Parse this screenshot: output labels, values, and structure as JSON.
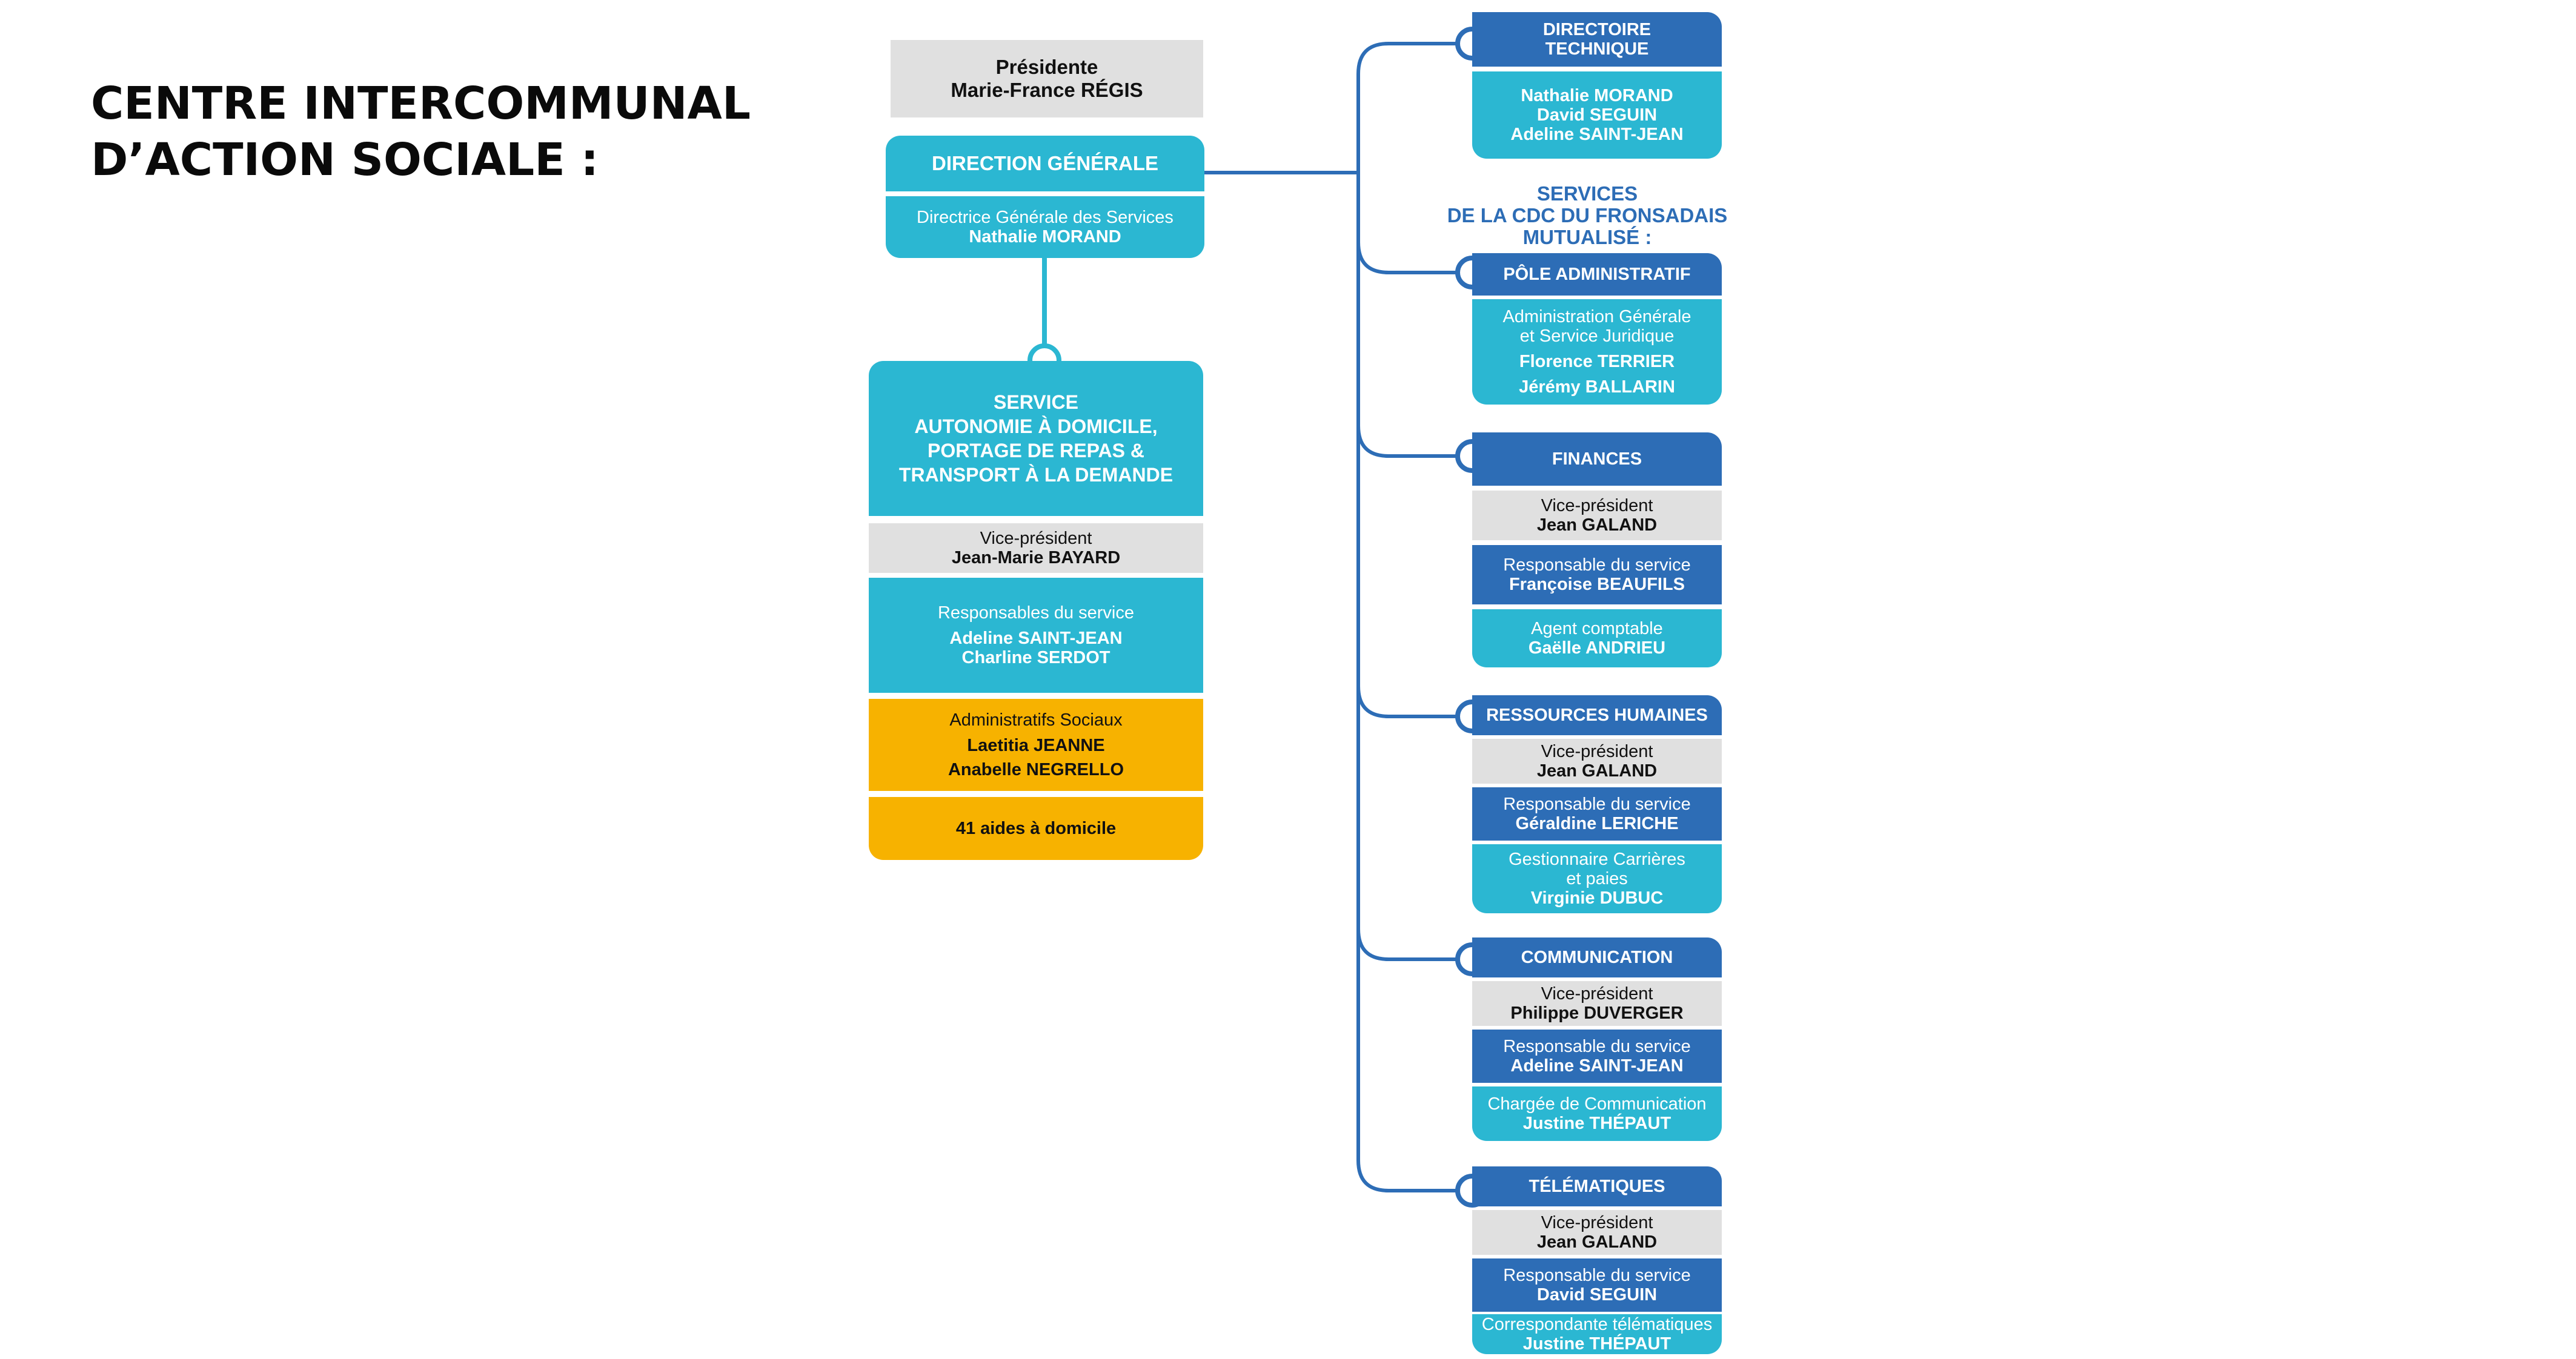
{
  "title": {
    "line1": "CENTRE INTERCOMMUNAL",
    "line2": "D’ACTION SOCIALE :"
  },
  "president": {
    "role": "Présidente",
    "name": "Marie-France RÉGIS"
  },
  "direction": {
    "header": "DIRECTION GÉNÉRALE",
    "role": "Directrice Générale des Services",
    "name": "Nathalie MORAND"
  },
  "service": {
    "header_line1": "SERVICE",
    "header_line2": "AUTONOMIE À DOMICILE,",
    "header_line3": "PORTAGE DE REPAS &",
    "header_line4": "TRANSPORT À LA DEMANDE",
    "vp_role": "Vice-président",
    "vp_name": "Jean-Marie BAYARD",
    "resp_role": "Responsables du service",
    "resp_name1": "Adeline SAINT-JEAN",
    "resp_name2": "Charline SERDOT",
    "admin_role": "Administratifs Sociaux",
    "admin_name1": "Laetitia JEANNE",
    "admin_name2": "Anabelle NEGRELLO",
    "aides": "41 aides à domicile"
  },
  "mutualise_title": {
    "line1": "SERVICES",
    "line2": "DE LA CDC DU FRONSADAIS",
    "line3": "MUTUALISÉ :"
  },
  "directoire": {
    "header_line1": "DIRECTOIRE",
    "header_line2": "TECHNIQUE",
    "name1": "Nathalie MORAND",
    "name2": "David SEGUIN",
    "name3": "Adeline SAINT-JEAN"
  },
  "pole_admin": {
    "header": "PÔLE ADMINISTRATIF",
    "role_line1": "Administration Générale",
    "role_line2": "et Service Juridique",
    "name1": "Florence TERRIER",
    "name2": "Jérémy BALLARIN"
  },
  "finances": {
    "header": "FINANCES",
    "vp_role": "Vice-président",
    "vp_name": "Jean GALAND",
    "resp_role": "Responsable du service",
    "resp_name": "Françoise BEAUFILS",
    "agent_role": "Agent comptable",
    "agent_name": "Gaëlle ANDRIEU"
  },
  "rh": {
    "header": "RESSOURCES HUMAINES",
    "vp_role": "Vice-président",
    "vp_name": "Jean GALAND",
    "resp_role": "Responsable du service",
    "resp_name": "Géraldine LERICHE",
    "gest_role_line1": "Gestionnaire Carrières",
    "gest_role_line2": "et paies",
    "gest_name": "Virginie DUBUC"
  },
  "communication": {
    "header": "COMMUNICATION",
    "vp_role": "Vice-président",
    "vp_name": "Philippe DUVERGER",
    "resp_role": "Responsable du service",
    "resp_name": "Adeline SAINT-JEAN",
    "charge_role": "Chargée de Communication",
    "charge_name": "Justine THÉPAUT"
  },
  "telematiques": {
    "header": "TÉLÉMATIQUES",
    "vp_role": "Vice-président",
    "vp_name": "Jean GALAND",
    "resp_role": "Responsable du service",
    "resp_name": "David SEGUIN",
    "corr_role": "Correspondante télématiques",
    "corr_name": "Justine THÉPAUT"
  },
  "colors": {
    "cyan": "#2bb7d2",
    "blue": "#2d6db6",
    "grey": "#e0e0e0",
    "orange": "#f7b200"
  }
}
